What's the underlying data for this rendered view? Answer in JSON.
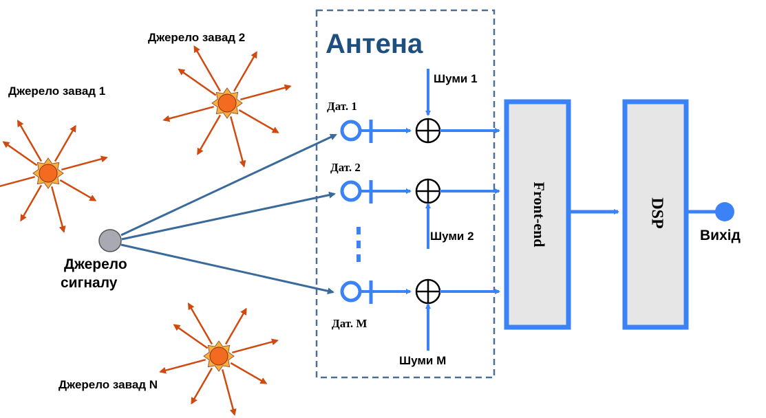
{
  "antenna_title": "Антена",
  "sensors": {
    "s1": "Дат. 1",
    "s2": "Дат. 2",
    "sm": "Дат. M"
  },
  "noises": {
    "n1": "Шуми 1",
    "n2": "Шуми 2",
    "nm": "Шуми M"
  },
  "sources": {
    "interference_1": "Джерело завад 1",
    "interference_2": "Джерело завад 2",
    "interference_n": "Джерело завад N",
    "signal_line1": "Джерело",
    "signal_line2": "сигналу"
  },
  "blocks": {
    "front_end": "Front-end",
    "dsp": "DSP"
  },
  "output_label": "Вихід",
  "colors": {
    "blue": "#3b82f6",
    "steel": "#3a6a9a",
    "title": "#1f4f7f",
    "dashed": "#4a6f95",
    "star_ray": "#d04a10",
    "star_fill": "#f26b21",
    "block_fill": "#e6e6e6",
    "source_fill": "#a9a9b3"
  }
}
